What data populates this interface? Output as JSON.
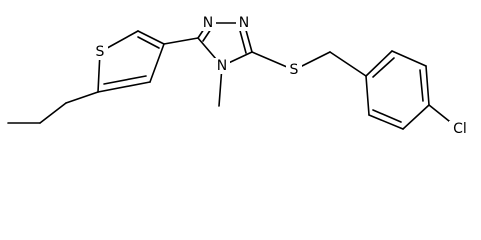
{
  "molecule": {
    "atoms": {
      "s_thiophene": "S",
      "n1": "N",
      "n2": "N",
      "n4": "N",
      "s_thioether": "S",
      "cl": "Cl"
    }
  }
}
